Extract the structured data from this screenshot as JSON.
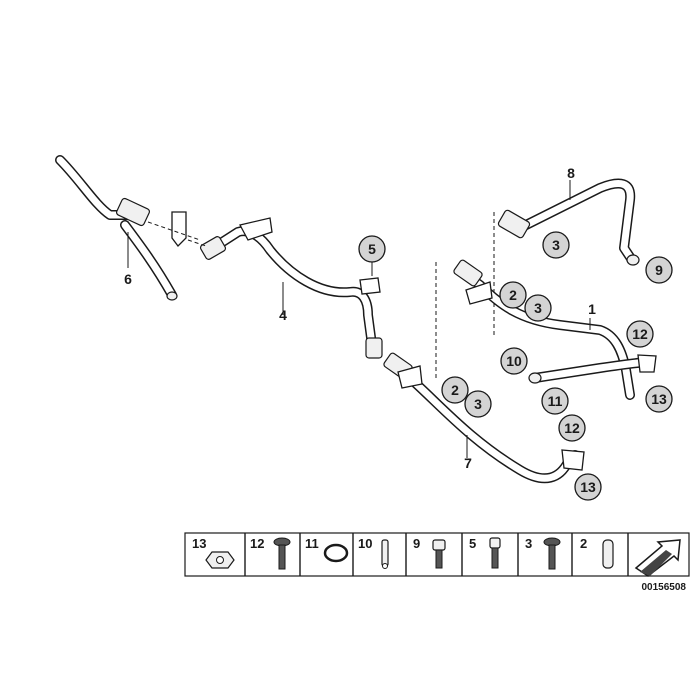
{
  "callouts": {
    "c1": "1",
    "c2a": "2",
    "c2b": "2",
    "c3a": "3",
    "c3b": "3",
    "c3c": "3",
    "c4": "4",
    "c5": "5",
    "c6": "6",
    "c7": "7",
    "c8": "8",
    "c9": "9",
    "c10": "10",
    "c11": "11",
    "c12a": "12",
    "c12b": "12",
    "c13a": "13",
    "c13b": "13"
  },
  "legend": {
    "items": [
      "13",
      "12",
      "11",
      "10",
      "9",
      "5",
      "3",
      "2"
    ]
  },
  "reference": "00156508"
}
